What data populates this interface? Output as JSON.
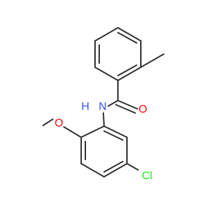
{
  "molecule": {
    "atoms": [
      {
        "id": "H_N",
        "label": "H",
        "color": "#3050F8"
      },
      {
        "id": "N",
        "label": "N",
        "color": "#3050F8"
      },
      {
        "id": "O_carbonyl",
        "label": "O",
        "color": "#FF0D0D"
      },
      {
        "id": "O_methoxy",
        "label": "O",
        "color": "#FF0D0D"
      },
      {
        "id": "Cl",
        "label": "Cl",
        "color": "#1FF01F"
      }
    ],
    "bond_color": "#303030"
  }
}
